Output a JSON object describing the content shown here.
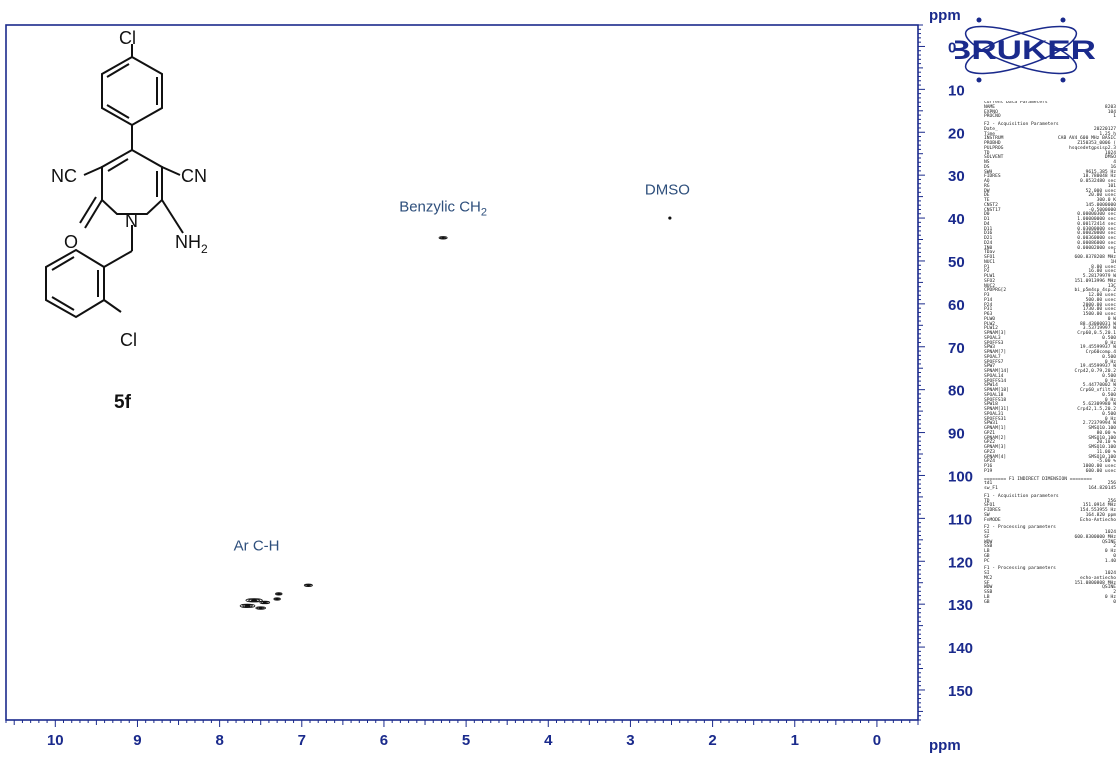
{
  "chart_data": {
    "type": "scatter",
    "xlabel": "ppm",
    "ylabel": "ppm",
    "x_axis_reversed": true,
    "y_axis_reversed": true,
    "xlim": [
      10.6,
      -0.5
    ],
    "ylim": [
      -5,
      157
    ],
    "x_ticks": [
      10,
      9,
      8,
      7,
      6,
      5,
      4,
      3,
      2,
      1,
      0
    ],
    "y_ticks": [
      0,
      10,
      20,
      30,
      40,
      50,
      60,
      70,
      80,
      90,
      100,
      110,
      120,
      130,
      140,
      150
    ],
    "grid": false,
    "points": [
      {
        "x": 5.28,
        "y": 44.6,
        "w": 0.1,
        "h": 0.6
      },
      {
        "x": 2.52,
        "y": 40.0,
        "w": 0.02,
        "h": 0.3
      },
      {
        "x": 6.92,
        "y": 125.6,
        "w": 0.1,
        "h": 0.6
      },
      {
        "x": 7.28,
        "y": 127.6,
        "w": 0.08,
        "h": 0.5
      },
      {
        "x": 7.3,
        "y": 128.8,
        "w": 0.08,
        "h": 0.5
      },
      {
        "x": 7.58,
        "y": 129.1,
        "w": 0.2,
        "h": 0.8
      },
      {
        "x": 7.45,
        "y": 129.6,
        "w": 0.12,
        "h": 0.6
      },
      {
        "x": 7.66,
        "y": 130.4,
        "w": 0.18,
        "h": 0.8
      },
      {
        "x": 7.5,
        "y": 130.9,
        "w": 0.12,
        "h": 0.6
      }
    ],
    "annotations": [
      {
        "text": "Benzylic CH",
        "sub": "2",
        "x": 5.28,
        "y": 38.5
      },
      {
        "text": "DMSO",
        "sub": "",
        "x": 2.55,
        "y": 34.5
      },
      {
        "text": "Ar C-H",
        "sub": "",
        "x": 7.55,
        "y": 117.5
      }
    ]
  },
  "molecule": {
    "labels": {
      "cl_top": "Cl",
      "nc": "NC",
      "cn": "CN",
      "o": "O",
      "n": "N",
      "nh": "NH",
      "nh_sub": "2",
      "cl_bottom": "Cl"
    },
    "compound_label": "5f"
  },
  "logo": {
    "text": "BRUKER",
    "color": "#1a2a8c"
  },
  "parameters": {
    "sections": [
      {
        "title": "Current Data Parameters",
        "rows": [
          [
            "NAME",
            "8203"
          ],
          [
            "EXPNO",
            "104"
          ],
          [
            "PROCNO",
            "1"
          ]
        ]
      },
      {
        "title": "F2 - Acquisition Parameters",
        "rows": [
          [
            "Date_",
            "20220127"
          ],
          [
            "Time",
            "1.25 h"
          ],
          [
            "INSTRUM",
            "CAB AV4 600 MHz BASIC"
          ],
          [
            "PROBHD",
            "Z150353_0006 ("
          ],
          [
            "PULPROG",
            "hsqcedetgpsisp2.3"
          ],
          [
            "TD",
            "1024"
          ],
          [
            "SOLVENT",
            "DMSO"
          ],
          [
            "NS",
            "4"
          ],
          [
            "DS",
            "16"
          ],
          [
            "SWH",
            "9615.385 Hz"
          ],
          [
            "FIDRES",
            "18.780048 Hz"
          ],
          [
            "AQ",
            "0.0532480 sec"
          ],
          [
            "RG",
            "101"
          ],
          [
            "DW",
            "52.000 usec"
          ],
          [
            "DE",
            "20.00 usec"
          ],
          [
            "TE",
            "300.0 K"
          ],
          [
            "CNST2",
            "145.0000000"
          ],
          [
            "CNST17",
            "-0.5000000"
          ],
          [
            "D0",
            "0.00000300 sec"
          ],
          [
            "D1",
            "1.00000000 sec"
          ],
          [
            "D4",
            "0.00172414 sec"
          ],
          [
            "D11",
            "0.03000000 sec"
          ],
          [
            "D16",
            "0.00020000 sec"
          ],
          [
            "D21",
            "0.00360000 sec"
          ],
          [
            "D24",
            "0.00086000 sec"
          ],
          [
            "IN0",
            "0.00002000 sec"
          ],
          [
            "TDav",
            "1"
          ],
          [
            "SFO1",
            "600.8378208 MHz"
          ],
          [
            "NUC1",
            "1H"
          ],
          [
            "P1",
            "8.00 usec"
          ],
          [
            "P2",
            "16.00 usec"
          ],
          [
            "PLW1",
            "5.28179979 W"
          ],
          [
            "SFO2",
            "151.0913996 MHz"
          ],
          [
            "NUC2",
            "13C"
          ],
          [
            "CPDPRG[2",
            "bi_p5m4sp_4sp.2"
          ],
          [
            "P3",
            "12.00 usec"
          ],
          [
            "P14",
            "500.00 usec"
          ],
          [
            "P24",
            "2000.00 usec"
          ],
          [
            "P31",
            "1730.00 usec"
          ],
          [
            "P63",
            "1500.00 usec"
          ],
          [
            "PLW0",
            "0 W"
          ],
          [
            "PLW2",
            "88.43000031 W"
          ],
          [
            "PLW12",
            "3.53719997 W"
          ],
          [
            "SPNAM[3]",
            "Crp60,0.5,20.1"
          ],
          [
            "SPOAL3",
            "0.500"
          ],
          [
            "SPOFFS3",
            "0 Hz"
          ],
          [
            "SPW3",
            "19.45599937 W"
          ],
          [
            "SPNAM[7]",
            "Crp60comp.4"
          ],
          [
            "SPOAL7",
            "0.500"
          ],
          [
            "SPOFFS7",
            "0 Hz"
          ],
          [
            "SPW7",
            "19.45599937 W"
          ],
          [
            "SPNAM[14]",
            "Crp42,0.79,20.2"
          ],
          [
            "SPOAL14",
            "0.500"
          ],
          [
            "SPOFFS14",
            "0 Hz"
          ],
          [
            "SPW14",
            "5.44770002 W"
          ],
          [
            "SPNAM[18]",
            "Crp60_xfilt.2"
          ],
          [
            "SPOAL18",
            "0.500"
          ],
          [
            "SPOFFS18",
            "0 Hz"
          ],
          [
            "SPW18",
            "5.62309980 W"
          ],
          [
            "SPNAM[31]",
            "Crp42,1.5,20.2"
          ],
          [
            "SPOAL31",
            "0.500"
          ],
          [
            "SPOFFS31",
            "0 Hz"
          ],
          [
            "SPW31",
            "2.72379994 W"
          ],
          [
            "GPNAM[1]",
            "SMSQ10.100"
          ],
          [
            "GPZ1",
            "80.00 %"
          ],
          [
            "GPNAM[2]",
            "SMSQ10.100"
          ],
          [
            "GPZ2",
            "20.10 %"
          ],
          [
            "GPNAM[3]",
            "SMSQ10.100"
          ],
          [
            "GPZ3",
            "11.00 %"
          ],
          [
            "GPNAM[4]",
            "SMSQ10.100"
          ],
          [
            "GPZ4",
            "-5.00 %"
          ],
          [
            "P16",
            "1000.00 usec"
          ],
          [
            "P19",
            "600.00 usec"
          ]
        ]
      },
      {
        "title": "======== F1 INDIRECT DIMENSION ========",
        "rows": [
          [
            "td1",
            "256"
          ],
          [
            "sw_F1",
            "164.820145"
          ]
        ]
      },
      {
        "title": "F1 - Acquisition parameters",
        "rows": [
          [
            "TD",
            "256"
          ],
          [
            "SFO1",
            "151.0914 MHz"
          ],
          [
            "FIDRES",
            "154.553955 Hz"
          ],
          [
            "SW",
            "164.820 ppm"
          ],
          [
            "FnMODE",
            "Echo-Antiecho"
          ]
        ]
      },
      {
        "title": "F2 - Processing parameters",
        "rows": [
          [
            "SI",
            "1024"
          ],
          [
            "SF",
            "600.8300000 MHz"
          ],
          [
            "WDW",
            "QSINE"
          ],
          [
            "SSB",
            "2"
          ],
          [
            "LB",
            "0 Hz"
          ],
          [
            "GB",
            "0"
          ],
          [
            "PC",
            "1.40"
          ]
        ]
      },
      {
        "title": "F1 - Processing parameters",
        "rows": [
          [
            "SI",
            "1024"
          ],
          [
            "MC2",
            "echo-antiecho"
          ],
          [
            "SF",
            "151.0800808 MHz"
          ],
          [
            "WDW",
            "QSINE"
          ],
          [
            "SSB",
            "2"
          ],
          [
            "LB",
            "0 Hz"
          ],
          [
            "GB",
            "0"
          ]
        ]
      }
    ]
  }
}
